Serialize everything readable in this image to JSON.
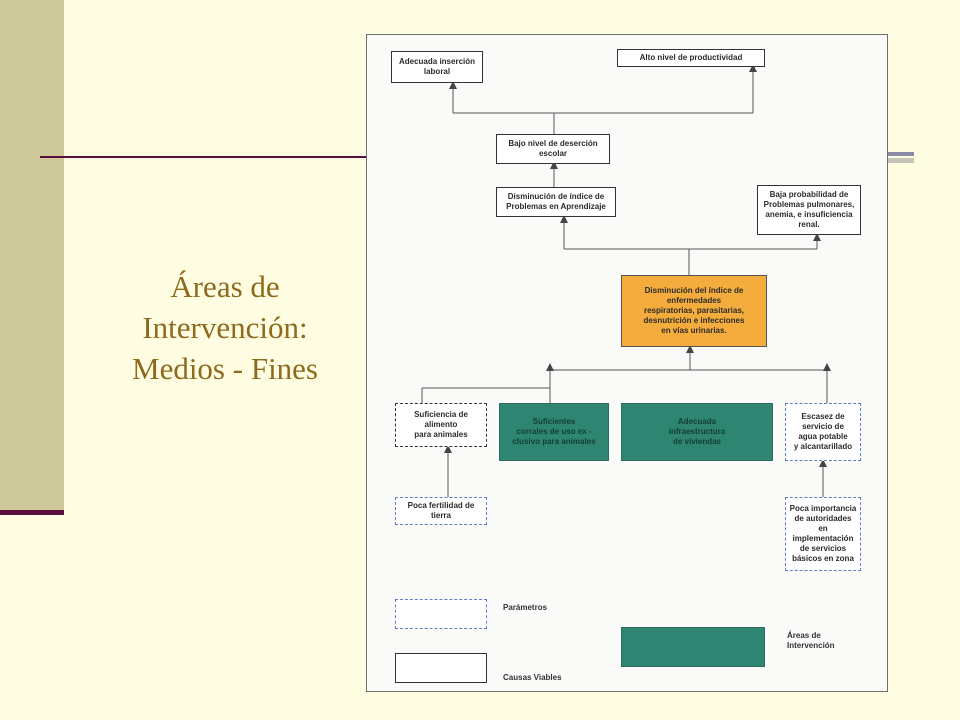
{
  "slide": {
    "title_lines": [
      "Áreas de",
      "Intervención:",
      "Medios - Fines"
    ]
  },
  "diagram": {
    "nodes": {
      "insercion": "Adecuada inserción\nlaboral",
      "productividad": "Alto nivel de productividad",
      "desercion": "Bajo nivel de deserción\nescolar",
      "aprendizaje": "Disminución de índice de\nProblemas en Aprendizaje",
      "pulmonares": "Baja probabilidad de\nProblemas pulmonares,\nanemia, e insuficiencia\nrenal.",
      "enfermedades": "Disminución del índice de\nenfermedades\nrespiratorias, parasitarias,\ndesnutrición e infecciones\nen vías urinarias.",
      "alimento": "Suficiencia de\nalimento\npara animales",
      "corrales": "Suficientes\ncorrales de uso ex -\nclusivo para animales",
      "infraestructura": "Adecuada\ninfraestructura\nde viviendas",
      "agua": "Escasez de\nservicio de\nagua potable\ny alcantarillado",
      "fertilidad": "Poca fertilidad de\ntierra",
      "autoridades": "Poca importancia\nde autoridades\nen\nimplementación\nde servicios\nbásicos en zona"
    },
    "legend": {
      "parametros": "Parámetros",
      "areas": "Áreas de\nIntervención",
      "causas": "Causas Viables"
    },
    "colors": {
      "orange": "#f4ac3c",
      "teal": "#2e8572",
      "dashed_blue": "#5f7ec6"
    }
  }
}
